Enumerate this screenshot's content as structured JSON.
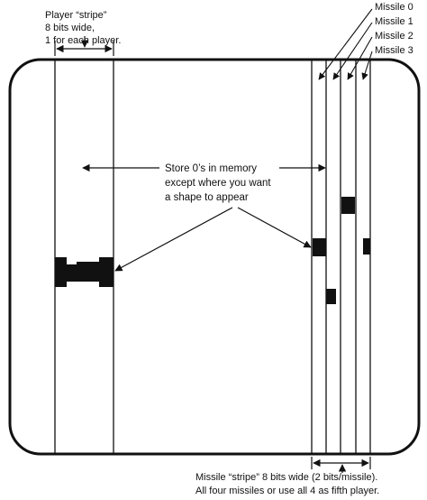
{
  "player_note": {
    "line1": "Player “stripe”",
    "line2": "8 bits wide,",
    "line3": "1 for each player."
  },
  "missile_labels": [
    "Missile 0",
    "Missile 1",
    "Missile 2",
    "Missile 3"
  ],
  "memory_note": {
    "line1": "Store 0’s in memory",
    "line2": "except where you want",
    "line3": "a shape to appear"
  },
  "missile_note": {
    "line1": "Missile “stripe” 8 bits wide (2 bits/missile).",
    "line2": "All four missiles or use all 4 as fifth player."
  },
  "colors": {
    "ink": "#111111",
    "background": "#ffffff"
  }
}
